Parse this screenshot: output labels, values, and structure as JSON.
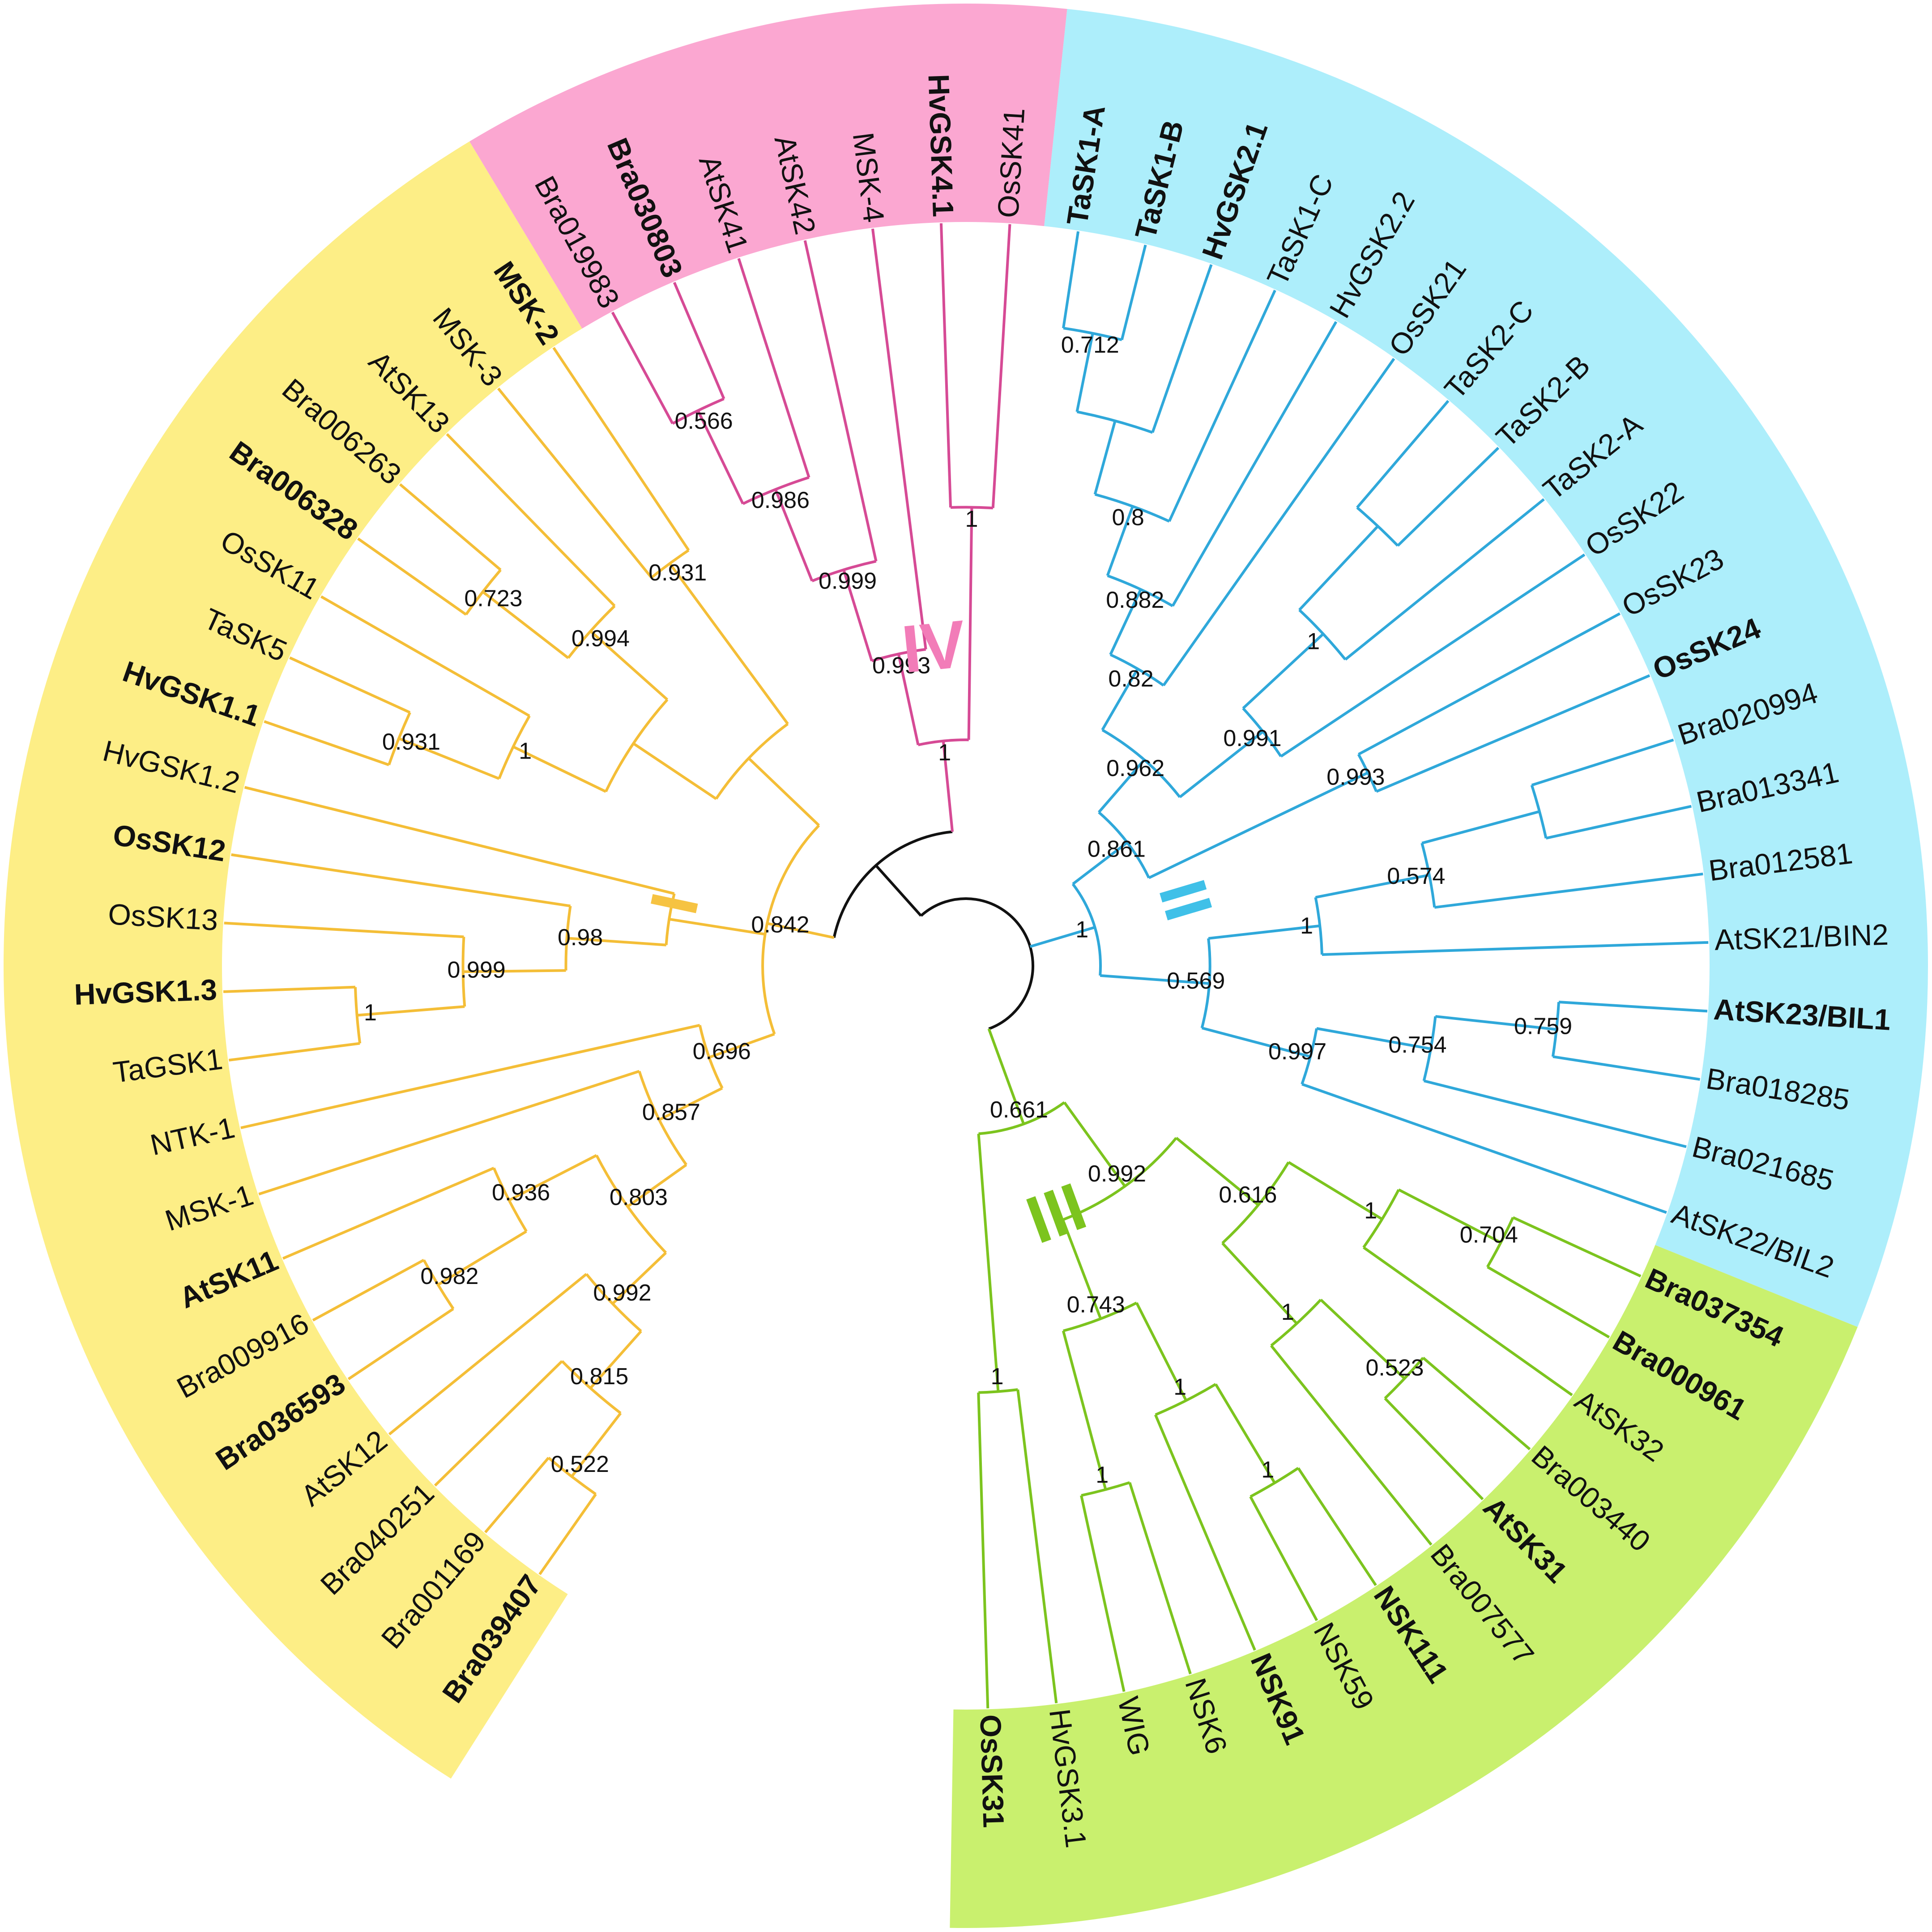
{
  "palette": {
    "I": {
      "band": "#FDEE86",
      "line": "#F4BE37",
      "label": "#F6C342"
    },
    "II": {
      "band": "#ADEEFB",
      "line": "#2FA8DA",
      "label": "#3FC0E8"
    },
    "III": {
      "band": "#C9F06E",
      "line": "#7CC41E",
      "label": "#7CC41E"
    },
    "IV": {
      "band": "#FBA7D1",
      "line": "#D64A95",
      "label": "#F27CB8"
    },
    "root": "#111111"
  },
  "clade_labels": {
    "I": "I",
    "II": "II",
    "III": "III",
    "IV": "IV"
  },
  "tree": {
    "support": "",
    "children": [
      {
        "support": "",
        "children": [
          {
            "support": "0.842",
            "clade": "I",
            "children": [
              {
                "support": "0.696",
                "children": [
                  {
                    "support": "0.857",
                    "children": [
                      {
                        "support": "0.803",
                        "children": [
                          {
                            "support": "0.992",
                            "children": [
                              {
                                "support": "0.815",
                                "children": [
                                  {
                                    "support": "0.522",
                                    "children": [
                                      {
                                        "name": "Bra039407",
                                        "bold": true
                                      },
                                      {
                                        "name": "Bra001169"
                                      }
                                    ]
                                  },
                                  {
                                    "name": "Bra040251"
                                  }
                                ]
                              },
                              {
                                "name": "AtSK12"
                              }
                            ]
                          },
                          {
                            "support": "0.936",
                            "children": [
                              {
                                "support": "0.982",
                                "children": [
                                  {
                                    "name": "Bra036593",
                                    "bold": true
                                  },
                                  {
                                    "name": "Bra009916"
                                  }
                                ]
                              },
                              {
                                "name": "AtSK11",
                                "bold": true
                              }
                            ]
                          }
                        ]
                      },
                      {
                        "name": "MSK-1"
                      }
                    ]
                  },
                  {
                    "name": "NTK-1"
                  }
                ]
              },
              {
                "support": "",
                "children": [
                  {
                    "support": "0.98",
                    "children": [
                      {
                        "support": "0.999",
                        "children": [
                          {
                            "support": "1",
                            "children": [
                              {
                                "name": "TaGSK1"
                              },
                              {
                                "name": "HvGSK1.3",
                                "bold": true
                              }
                            ]
                          },
                          {
                            "name": "OsSK13"
                          }
                        ]
                      },
                      {
                        "name": "OsSK12",
                        "bold": true
                      }
                    ]
                  },
                  {
                    "name": "HvGSK1.2"
                  }
                ]
              },
              {
                "support": "",
                "children": [
                  {
                    "support": "",
                    "children": [
                      {
                        "support": "1",
                        "children": [
                          {
                            "support": "0.931",
                            "children": [
                              {
                                "name": "HvGSK1.1",
                                "bold": true
                              },
                              {
                                "name": "TaSK5"
                              }
                            ]
                          },
                          {
                            "name": "OsSK11"
                          }
                        ]
                      },
                      {
                        "support": "0.994",
                        "children": [
                          {
                            "support": "0.723",
                            "children": [
                              {
                                "name": "Bra006328",
                                "bold": true
                              },
                              {
                                "name": "Bra006263"
                              }
                            ]
                          },
                          {
                            "name": "AtSK13"
                          }
                        ]
                      }
                    ]
                  },
                  {
                    "support": "0.931",
                    "children": [
                      {
                        "name": "MSK-3"
                      },
                      {
                        "name": "MSK-2",
                        "bold": true
                      }
                    ]
                  }
                ]
              }
            ]
          },
          {
            "support": "1",
            "clade": "IV",
            "children": [
              {
                "support": "0.993",
                "children": [
                  {
                    "support": "0.999",
                    "children": [
                      {
                        "support": "0.986",
                        "children": [
                          {
                            "support": "0.566",
                            "children": [
                              {
                                "name": "Bra019983"
                              },
                              {
                                "name": "Bra030803",
                                "bold": true
                              }
                            ]
                          },
                          {
                            "name": "AtSK41"
                          }
                        ]
                      },
                      {
                        "name": "AtSK42"
                      }
                    ]
                  },
                  {
                    "name": "MSK-4"
                  }
                ]
              },
              {
                "support": "1",
                "children": [
                  {
                    "name": "HvGSK4.1",
                    "bold": true
                  },
                  {
                    "name": "OsSK41"
                  }
                ]
              }
            ]
          }
        ]
      },
      {
        "support": "1",
        "clade": "II",
        "children": [
          {
            "support": "0.861",
            "children": [
              {
                "support": "0.962",
                "children": [
                  {
                    "support": "0.82",
                    "children": [
                      {
                        "support": "0.882",
                        "children": [
                          {
                            "support": "0.8",
                            "children": [
                              {
                                "support": "",
                                "children": [
                                  {
                                    "support": "0.712",
                                    "children": [
                                      {
                                        "name": "TaSK1-A",
                                        "bold": true
                                      },
                                      {
                                        "name": "TaSK1-B",
                                        "bold": true
                                      }
                                    ]
                                  },
                                  {
                                    "name": "HvGSK2.1",
                                    "bold": true
                                  }
                                ]
                              },
                              {
                                "name": "TaSK1-C"
                              }
                            ]
                          },
                          {
                            "name": "HvGSK2.2"
                          }
                        ]
                      },
                      {
                        "name": "OsSK21"
                      }
                    ]
                  },
                  {
                    "support": "0.991",
                    "children": [
                      {
                        "support": "1",
                        "children": [
                          {
                            "support": "",
                            "children": [
                              {
                                "name": "TaSK2-C"
                              },
                              {
                                "name": "TaSK2-B"
                              }
                            ]
                          },
                          {
                            "name": "TaSK2-A"
                          }
                        ]
                      },
                      {
                        "name": "OsSK22"
                      }
                    ]
                  }
                ]
              },
              {
                "support": "0.993",
                "children": [
                  {
                    "name": "OsSK23"
                  },
                  {
                    "name": "OsSK24",
                    "bold": true
                  }
                ]
              }
            ]
          },
          {
            "support": "0.569",
            "children": [
              {
                "support": "1",
                "children": [
                  {
                    "support": "0.574",
                    "children": [
                      {
                        "support": "",
                        "children": [
                          {
                            "name": "Bra020994"
                          },
                          {
                            "name": "Bra013341"
                          }
                        ]
                      },
                      {
                        "name": "Bra012581"
                      }
                    ]
                  },
                  {
                    "name": "AtSK21/BIN2"
                  }
                ]
              },
              {
                "support": "0.997",
                "children": [
                  {
                    "support": "0.754",
                    "children": [
                      {
                        "support": "0.759",
                        "children": [
                          {
                            "name": "AtSK23/BIL1",
                            "bold": true
                          },
                          {
                            "name": "Bra018285"
                          }
                        ]
                      },
                      {
                        "name": "Bra021685"
                      }
                    ]
                  },
                  {
                    "name": "AtSK22/BIL2"
                  }
                ]
              }
            ]
          }
        ]
      },
      {
        "support": "0.661",
        "clade": "III",
        "children": [
          {
            "support": "0.992",
            "children": [
              {
                "support": "0.616",
                "children": [
                  {
                    "support": "1",
                    "children": [
                      {
                        "support": "0.704",
                        "children": [
                          {
                            "name": "Bra037354",
                            "bold": true
                          },
                          {
                            "name": "Bra000961",
                            "bold": true
                          }
                        ]
                      },
                      {
                        "name": "AtSK32"
                      }
                    ]
                  },
                  {
                    "support": "1",
                    "children": [
                      {
                        "support": "0.523",
                        "children": [
                          {
                            "name": "Bra003440"
                          },
                          {
                            "name": "AtSK31",
                            "bold": true
                          }
                        ]
                      },
                      {
                        "name": "Bra007577"
                      }
                    ]
                  }
                ]
              },
              {
                "support": "0.743",
                "children": [
                  {
                    "support": "1",
                    "children": [
                      {
                        "support": "1",
                        "children": [
                          {
                            "name": "NSK111",
                            "bold": true
                          },
                          {
                            "name": "NSK59"
                          }
                        ]
                      },
                      {
                        "name": "NSK91",
                        "bold": true
                      }
                    ]
                  },
                  {
                    "support": "1",
                    "children": [
                      {
                        "name": "NSK6"
                      },
                      {
                        "name": "WIG"
                      }
                    ]
                  }
                ]
              }
            ]
          },
          {
            "support": "1",
            "children": [
              {
                "name": "HvGSK3.1"
              },
              {
                "name": "OsSK31",
                "bold": true
              }
            ]
          }
        ]
      }
    ]
  }
}
